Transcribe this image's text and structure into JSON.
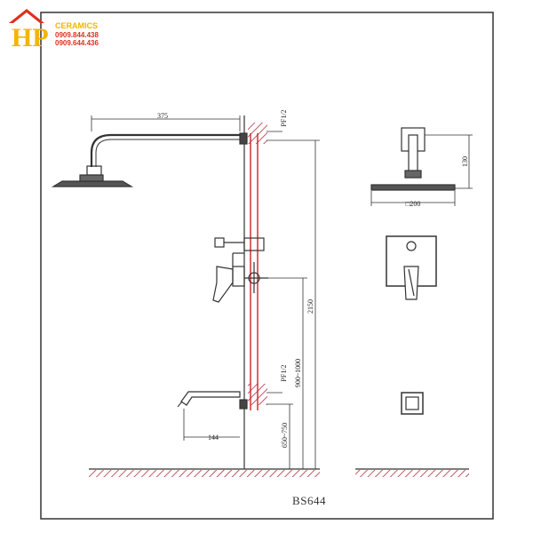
{
  "logo": {
    "mark": "HP",
    "brand": "CERAMICS",
    "phone_1": "0909.844.438",
    "phone_2": "0909.644.436",
    "colors": {
      "mark": "#f5b400",
      "phone": "#e0301e"
    }
  },
  "side_view": {
    "arm_length": "375",
    "inlet_top": "PF1/2",
    "inlet_bottom": "PF1/2",
    "total_height": "2150",
    "mixer_height": "900~1000",
    "spout_height": "650~750",
    "spout_length": "144"
  },
  "front_view": {
    "head_height": "130",
    "head_width": "□200"
  },
  "model": "BS644",
  "colors": {
    "line": "#333333",
    "pipe": "#cc2222"
  }
}
